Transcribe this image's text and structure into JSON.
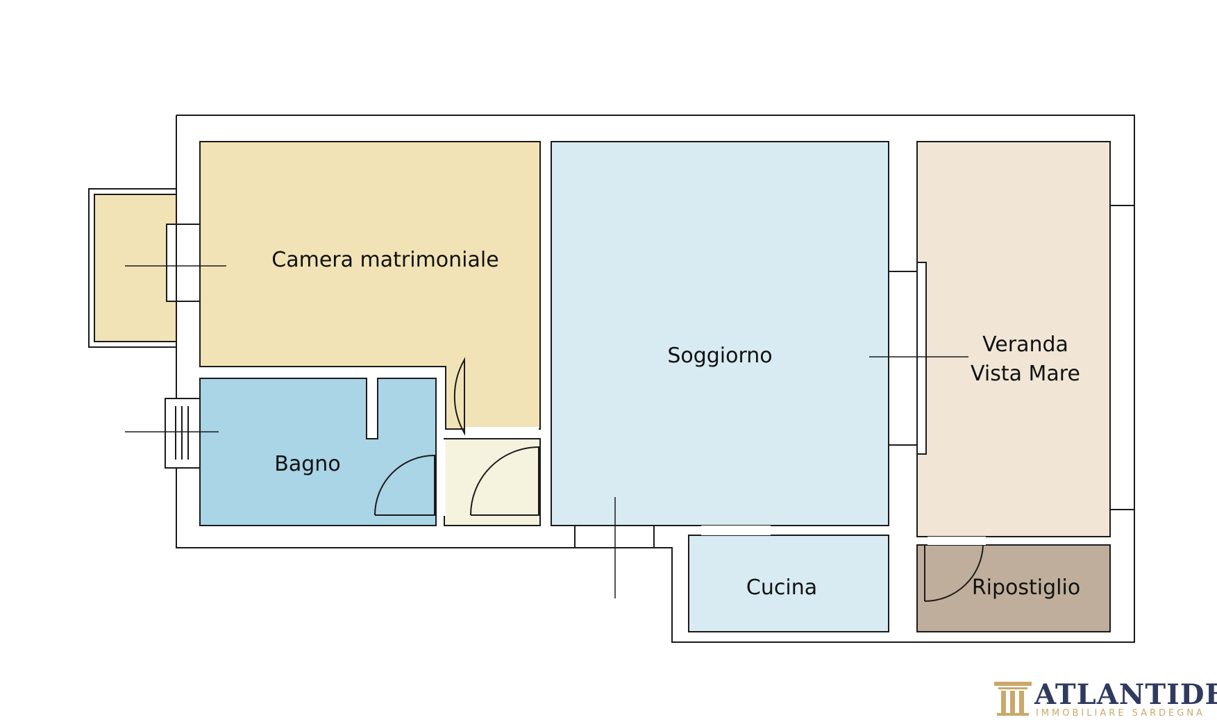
{
  "rooms": {
    "camera": {
      "label": "Camera matrimoniale"
    },
    "soggiorno": {
      "label": "Soggiorno"
    },
    "veranda": {
      "label_line1": "Veranda",
      "label_line2": "Vista Mare"
    },
    "bagno": {
      "label": "Bagno"
    },
    "cucina": {
      "label": "Cucina"
    },
    "ripostiglio": {
      "label": "Ripostiglio"
    }
  },
  "colors": {
    "camera": "#f2e3b6",
    "balcony": "#f2e3b6",
    "soggiorno": "#d8ebf2",
    "cucina": "#d8ebf2",
    "veranda": "#f1e6d6",
    "bagno": "#a9d5e6",
    "corridor": "#f5f2de",
    "ripostiglio": "#bfae9b",
    "wall_line": "#1a1a1a",
    "brand_gold": "#c9a86a",
    "brand_navy": "#2f3a5e"
  },
  "brand": {
    "name": "ATLANTIDE",
    "subtitle": "IMMOBILIARE SARDEGNA",
    "logo_icon": "column-pillar-icon"
  }
}
